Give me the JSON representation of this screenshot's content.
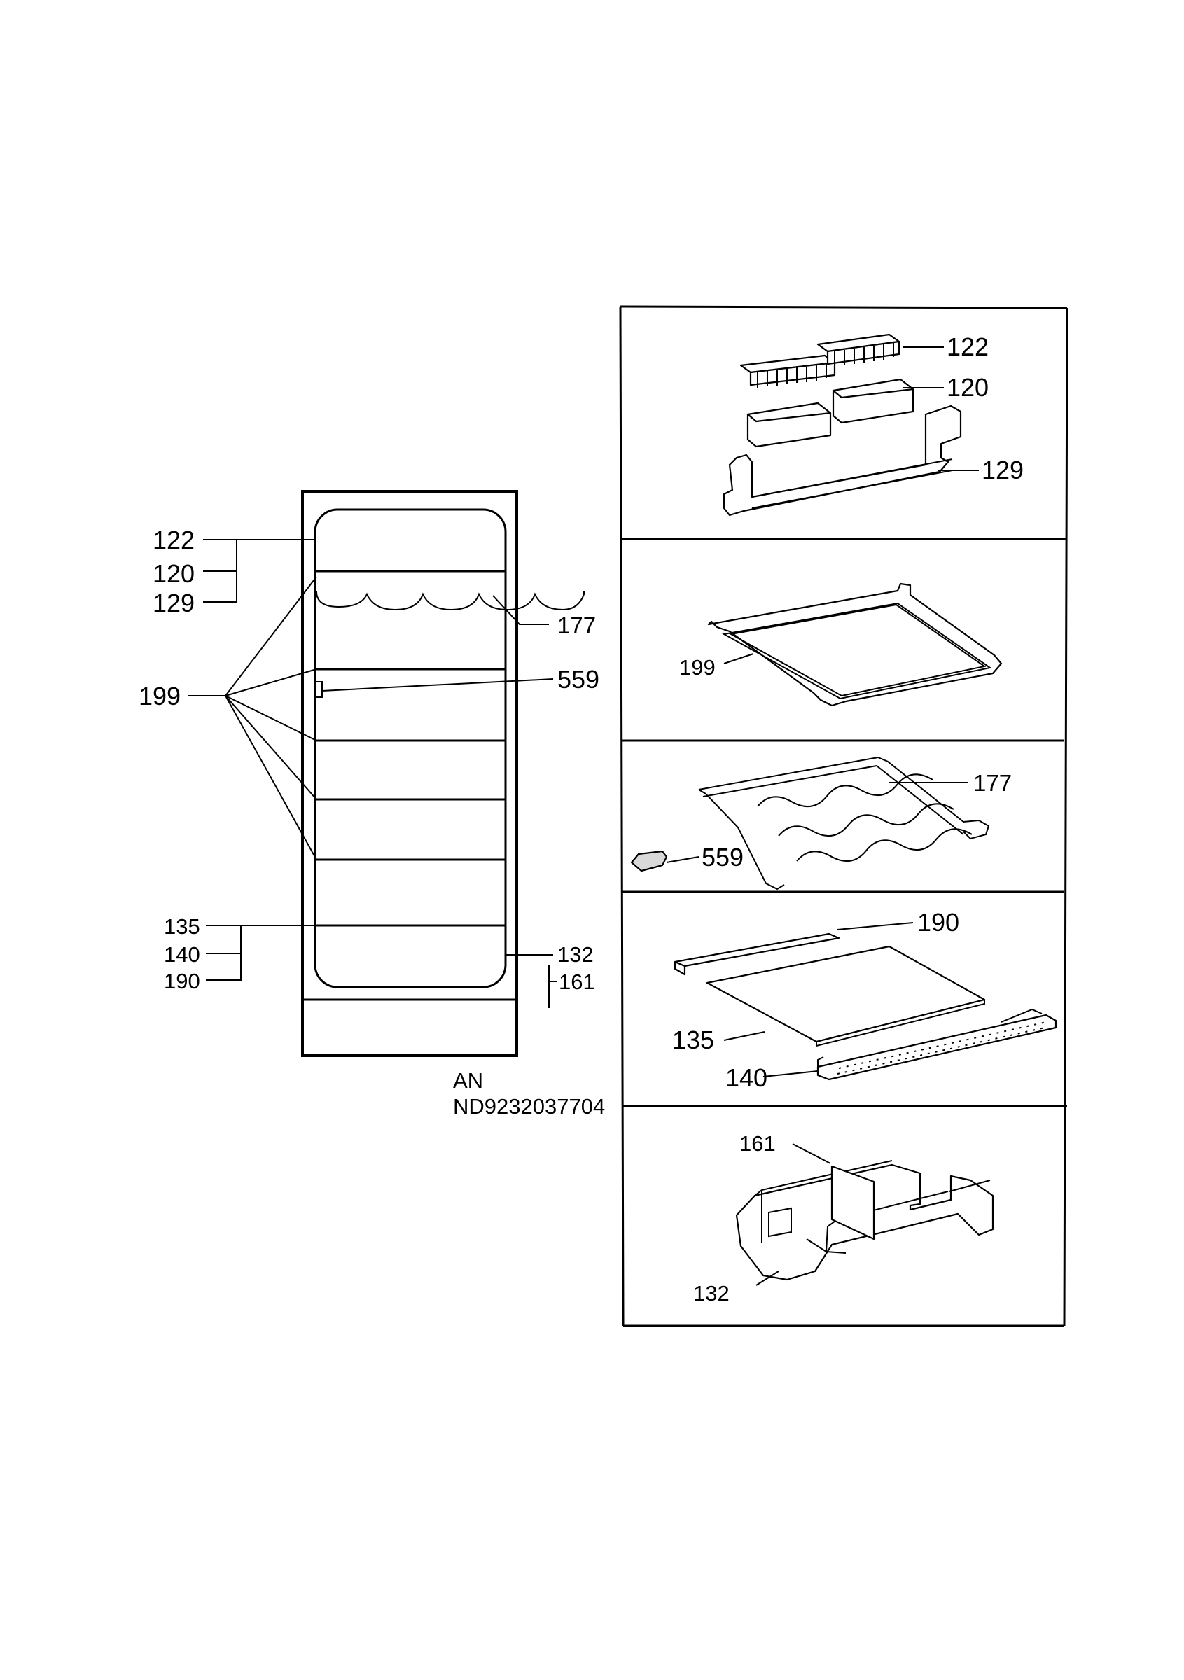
{
  "overview": {
    "labels": {
      "l122": "122",
      "l120": "120",
      "l129": "129",
      "l199": "199",
      "l177": "177",
      "l559": "559",
      "l135": "135",
      "l140": "140",
      "l190": "190",
      "l132": "132",
      "l161": "161"
    },
    "code_line1": "AN",
    "code_line2": "ND9232037704"
  },
  "panels": {
    "door_bins": {
      "l122": "122",
      "l120": "120",
      "l129": "129"
    },
    "glass_shelf": {
      "l199": "199"
    },
    "bottle_rack": {
      "l177": "177",
      "l559": "559"
    },
    "crisper_cover": {
      "l190": "190",
      "l135": "135",
      "l140": "140"
    },
    "crisper_drawer": {
      "l161": "161",
      "l132": "132"
    }
  }
}
